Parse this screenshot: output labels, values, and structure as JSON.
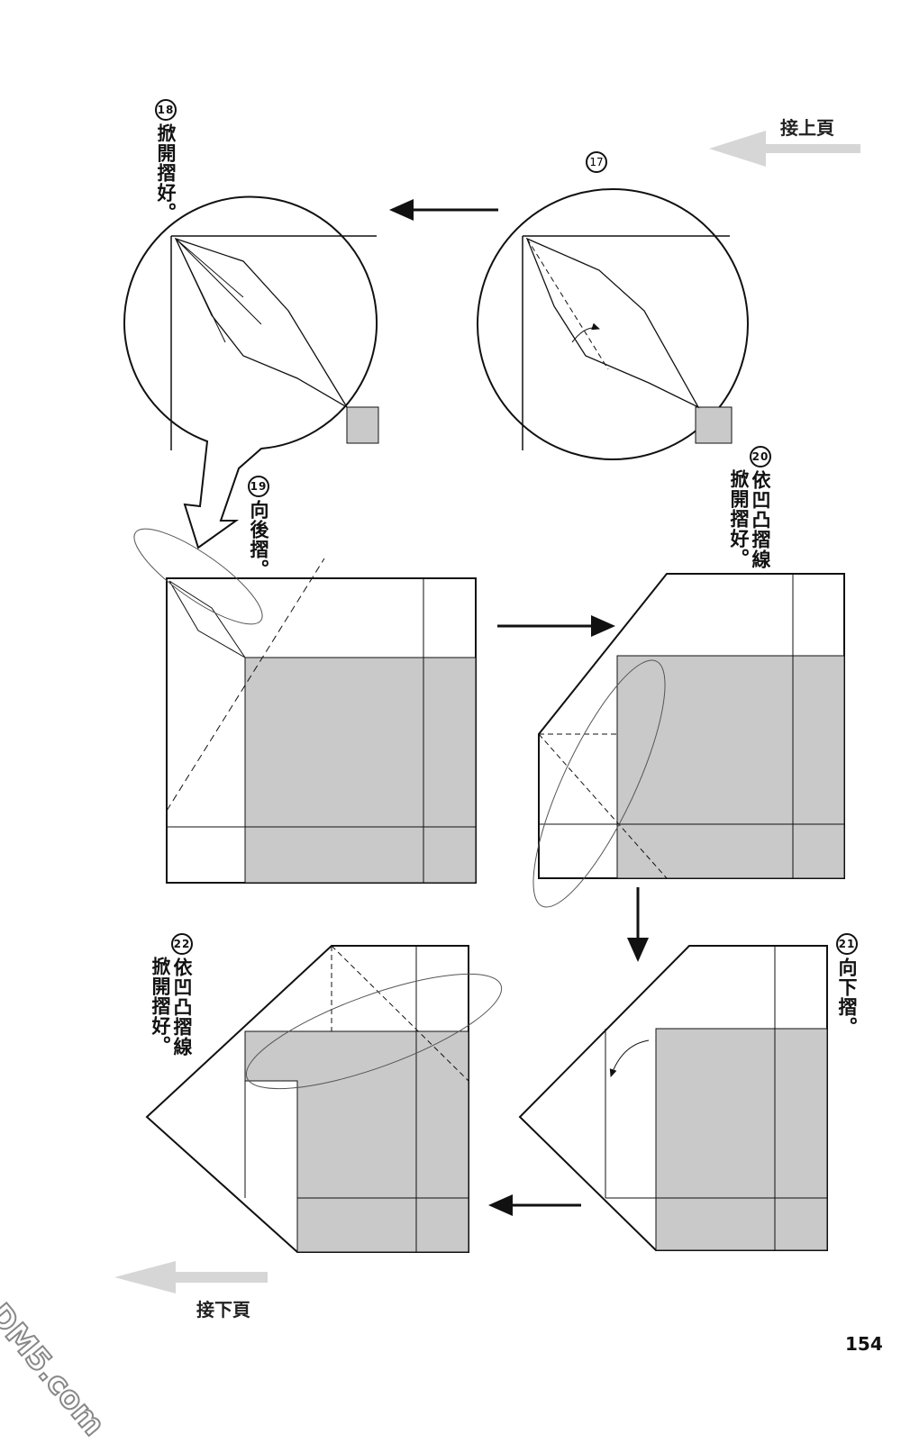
{
  "navigation": {
    "prev_page": "接上頁",
    "next_page": "接下頁"
  },
  "page_number": "154",
  "watermark": "DM5.com",
  "steps": [
    {
      "number": "17",
      "text": ""
    },
    {
      "number": "18",
      "text": "掀開摺好。"
    },
    {
      "number": "19",
      "text": "向後摺。"
    },
    {
      "number": "20",
      "text": "依凹凸摺線",
      "text2": "掀開摺好。"
    },
    {
      "number": "21",
      "text": "向下摺。"
    },
    {
      "number": "22",
      "text": "依凹凸摺線",
      "text2": "掀開摺好。"
    }
  ],
  "colors": {
    "paper_shade": "#c9c9c9",
    "line": "#111111",
    "nav_arrow": "#d6d6d6"
  }
}
